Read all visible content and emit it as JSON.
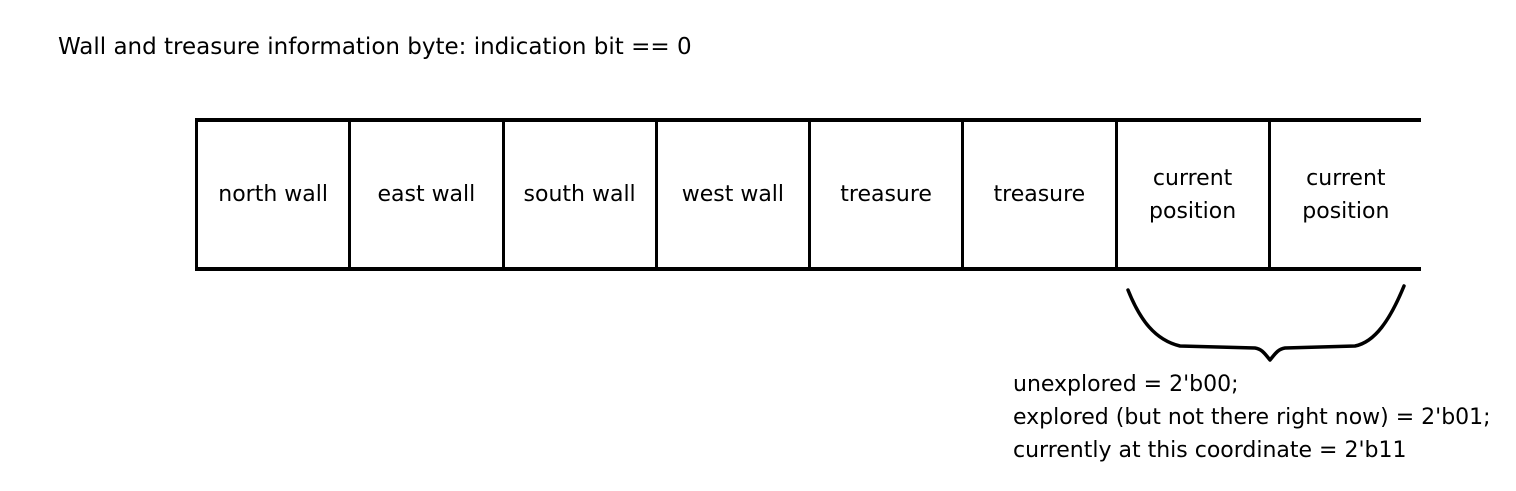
{
  "title": "Wall and treasure information byte: indication bit == 0",
  "cells": [
    {
      "label": "north wall"
    },
    {
      "label": "east wall"
    },
    {
      "label": "south wall"
    },
    {
      "label": "west wall"
    },
    {
      "label": "treasure"
    },
    {
      "label": "treasure"
    },
    {
      "label": "current\nposition"
    },
    {
      "label": "current\nposition"
    }
  ],
  "legend": [
    "unexplored = 2'b00;",
    "explored (but not there right now) = 2'b01;",
    "currently at this coordinate = 2'b11"
  ]
}
